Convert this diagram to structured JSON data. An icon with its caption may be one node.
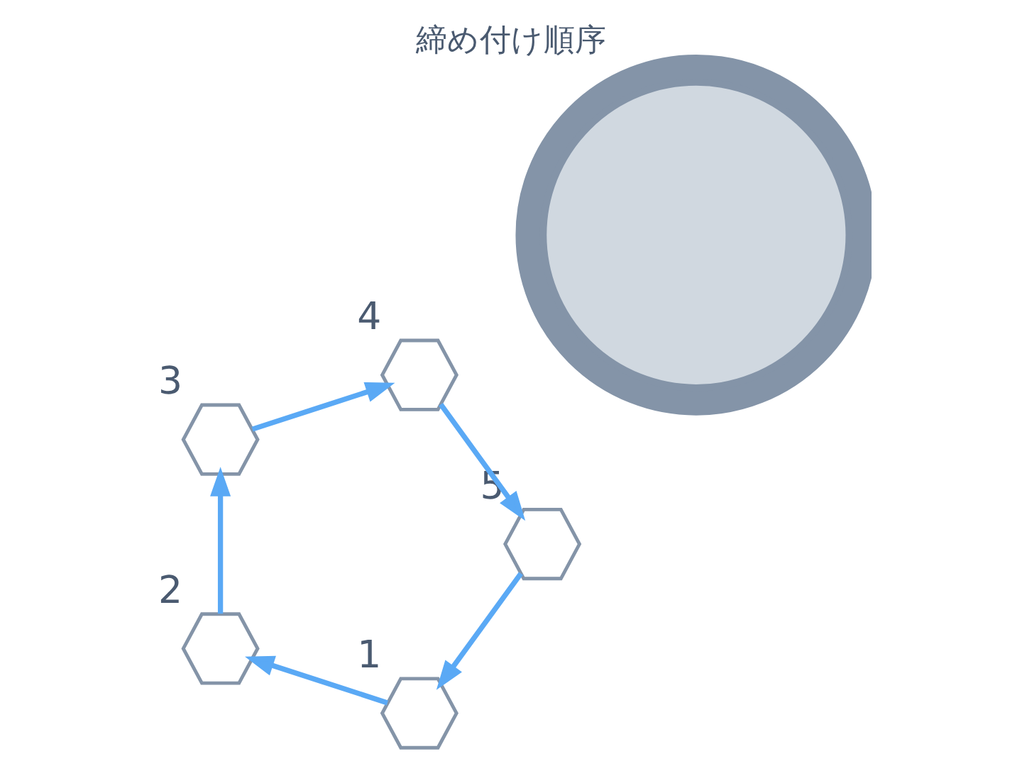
{
  "diagram": {
    "title": "締め付け順序",
    "nodes": [
      {
        "text": [],
        "shape": "circle"
      },
      {
        "text": [],
        "shape": "hexagon",
        "beside": [
          "1"
        ]
      },
      {
        "text": [],
        "shape": "hexagon",
        "beside": [
          "2"
        ]
      },
      {
        "text": [],
        "shape": "hexagon",
        "beside": [
          "3"
        ]
      },
      {
        "text": [],
        "shape": "hexagon",
        "beside": [
          "4"
        ]
      },
      {
        "text": [],
        "shape": "hexagon",
        "beside": [
          "5"
        ]
      }
    ],
    "edges": [
      {
        "from": 1,
        "to": 2,
        "arrow": "to"
      },
      {
        "from": 2,
        "to": 3,
        "arrow": "to"
      },
      {
        "from": 3,
        "to": 4,
        "arrow": "to"
      },
      {
        "from": 4,
        "to": 5,
        "arrow": "to"
      },
      {
        "from": 5,
        "to": 1,
        "arrow": "to"
      }
    ]
  }
}
